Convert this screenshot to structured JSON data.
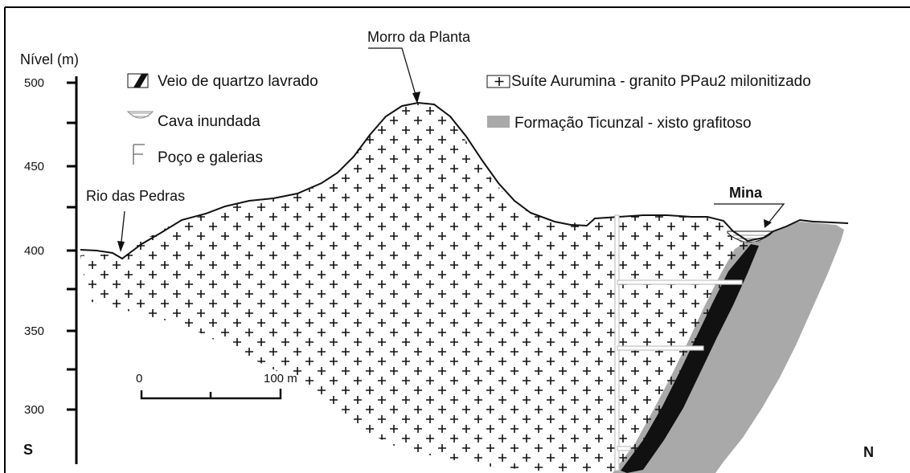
{
  "axis": {
    "title": "Nível (m)",
    "ticks": [
      "500",
      "450",
      "400",
      "350",
      "300"
    ]
  },
  "legend": {
    "vein": "Veio de quartzo lavrado",
    "flooded_pit": "Cava inundada",
    "shaft": "Poço e galerias",
    "granite": "Suíte Aurumina - granito PPau2 milonitizado",
    "schist": "Formação Ticunzal - xisto grafitoso"
  },
  "places": {
    "hill": "Morro da Planta",
    "river": "Rio das Pedras",
    "mine": "Mina"
  },
  "scale": {
    "start": "0",
    "end": "100 m"
  },
  "directions": {
    "south": "S",
    "north": "N"
  },
  "colors": {
    "schist": "#a9a9a9",
    "vein": "#111111",
    "frame": "#000000",
    "shaft": "#c8c8c8"
  }
}
